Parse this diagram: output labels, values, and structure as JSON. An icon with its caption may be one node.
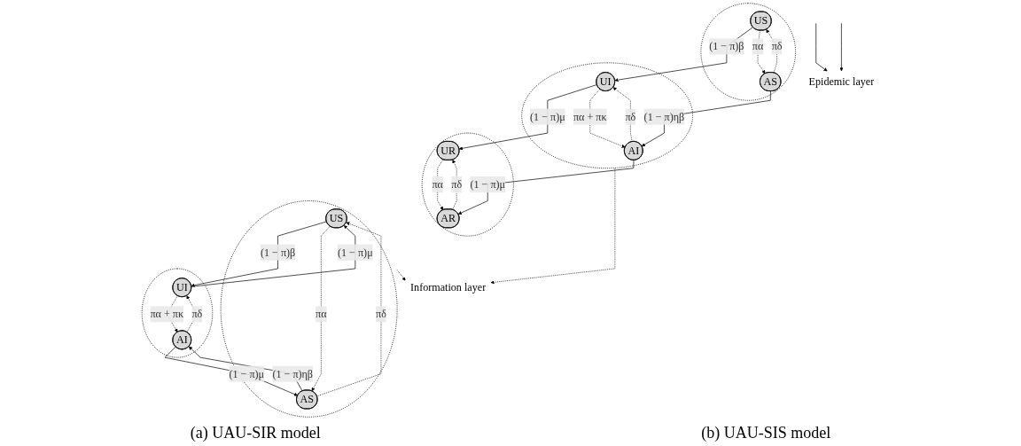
{
  "diagram": {
    "nodes": [
      {
        "text": [],
        "shape": "ellipse"
      },
      {
        "text": [
          "US"
        ],
        "in": 0
      },
      {
        "text": [
          "AS"
        ],
        "in": 0
      },
      {
        "text": [],
        "shape": "ellipse"
      },
      {
        "text": [
          "UI"
        ],
        "in": 3
      },
      {
        "text": [
          "AI"
        ],
        "in": 3
      },
      {
        "text": [],
        "shape": "ellipse"
      },
      {
        "text": [
          "UR"
        ],
        "in": 6
      },
      {
        "text": [
          "AR"
        ],
        "in": 6
      },
      {
        "text": [
          "Epidemic layer"
        ]
      },
      {
        "text": [
          "Information layer"
        ]
      },
      {
        "text": [],
        "shape": "ellipse"
      },
      {
        "text": [
          "US"
        ],
        "in": 11
      },
      {
        "text": [
          "AS"
        ],
        "in": 11
      },
      {
        "text": [],
        "shape": "ellipse"
      },
      {
        "text": [
          "UI"
        ],
        "in": 14
      },
      {
        "text": [
          "AI"
        ],
        "in": 14
      }
    ],
    "edges": [
      {
        "from": 1,
        "to": 4,
        "arrow": "to",
        "label": "(1 − π)β"
      },
      {
        "from": 2,
        "to": 5,
        "arrow": "to",
        "label": "(1 − π)ηβ"
      },
      {
        "from": 4,
        "to": 7,
        "arrow": "to",
        "label": "(1 − π)μ"
      },
      {
        "from": 5,
        "to": 8,
        "arrow": "to",
        "label": "(1 − π)μ"
      },
      {
        "from": 1,
        "to": 2,
        "arrow": "to",
        "label": "πα",
        "style": "dashed"
      },
      {
        "from": 2,
        "to": 1,
        "arrow": "to",
        "label": "πδ",
        "style": "dashed"
      },
      {
        "from": 4,
        "to": 5,
        "arrow": "to",
        "label": "πα + πκ",
        "style": "dashed"
      },
      {
        "from": 5,
        "to": 4,
        "arrow": "to",
        "label": "πδ",
        "style": "dashed"
      },
      {
        "from": 7,
        "to": 8,
        "arrow": "to",
        "label": "πα",
        "style": "dashed"
      },
      {
        "from": 8,
        "to": 7,
        "arrow": "to",
        "label": "πδ",
        "style": "dashed"
      },
      {
        "from": null,
        "to": 9,
        "arrow": "to"
      },
      {
        "from": null,
        "to": 9,
        "arrow": "to"
      },
      {
        "from": 3,
        "to": 10,
        "arrow": "to",
        "style": "dashed"
      },
      {
        "from": 11,
        "to": 10,
        "arrow": "to",
        "style": "dashed"
      },
      {
        "from": 12,
        "to": 15,
        "arrow": "to",
        "label": "(1 − π)β"
      },
      {
        "from": 15,
        "to": 12,
        "arrow": "to",
        "label": "(1 − π)μ"
      },
      {
        "from": 13,
        "to": 16,
        "arrow": "to",
        "label": "(1 − π)ηβ"
      },
      {
        "from": 16,
        "to": 13,
        "arrow": "to",
        "label": "(1 − π)μ"
      },
      {
        "from": 12,
        "to": 13,
        "arrow": "to",
        "label": "πα",
        "style": "dashed"
      },
      {
        "from": 13,
        "to": 12,
        "arrow": "to",
        "label": "πδ",
        "style": "dashed"
      },
      {
        "from": 15,
        "to": 16,
        "arrow": "to",
        "label": "πα + πκ",
        "style": "dashed"
      },
      {
        "from": 16,
        "to": 15,
        "arrow": "to",
        "label": "πδ",
        "style": "dashed"
      }
    ],
    "labels": [
      "(a) UAU-SIR model",
      "(b) UAU-SIS model"
    ]
  }
}
